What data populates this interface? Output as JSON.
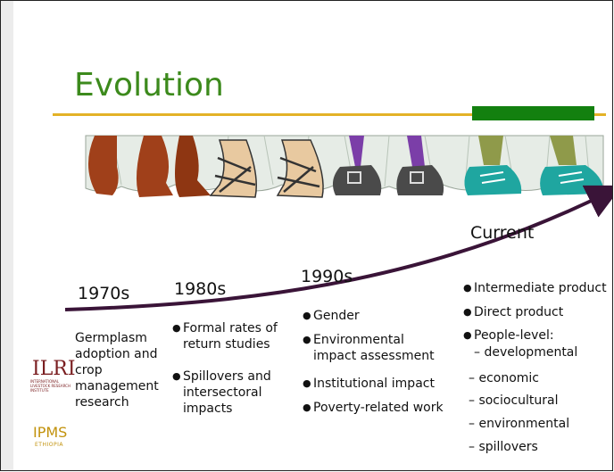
{
  "slide": {
    "title": "Evolution",
    "current_label": "Current",
    "colors": {
      "title_green": "#3c8a1c",
      "rule_gold": "#e3b227",
      "block_green": "#13800f",
      "arrow": "#3a1438"
    }
  },
  "timeline": {
    "d1970": {
      "label": "1970s",
      "lines": [
        "Germplasm",
        "adoption and",
        "crop",
        "management",
        "research"
      ]
    },
    "d1980": {
      "label": "1980s",
      "b1": [
        "Formal rates of",
        "return studies"
      ],
      "b2": [
        "Spillovers and",
        "intersectoral",
        "impacts"
      ]
    },
    "d1990": {
      "label": "1990s",
      "b1": "Gender",
      "b2": [
        "Environmental",
        "impact assessment"
      ],
      "b3": "Institutional impact",
      "b4": "Poverty-related work"
    },
    "current": {
      "b1": "Intermediate product",
      "b2": "Direct product",
      "b3": "People-level:",
      "s1": "– developmental",
      "s2": "– economic",
      "s3": "– sociocultural",
      "s4": "– environmental",
      "s5": "– spillovers"
    }
  },
  "logos": {
    "ilri": "ILRI",
    "ilri_sub": "INTERNATIONAL LIVESTOCK RESEARCH INSTITUTE",
    "ipms": "IPMS",
    "ipms_sub": "ETHIOPIA"
  }
}
